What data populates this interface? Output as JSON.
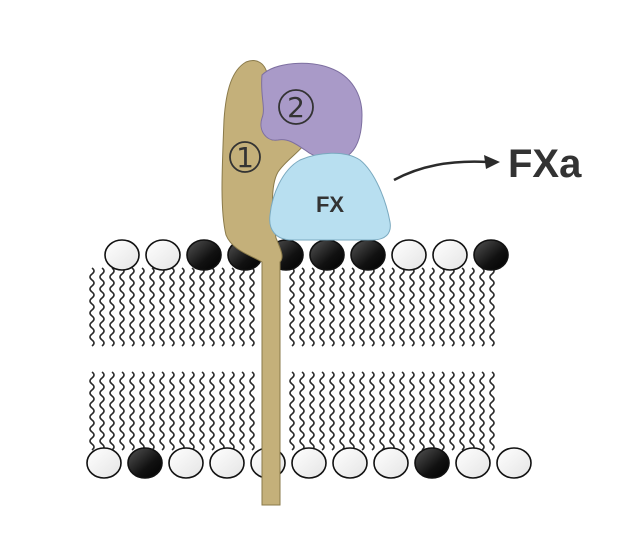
{
  "labels": {
    "tissue_factor": "1",
    "factor_viia": "2",
    "substrate": "FX",
    "product": "FXa"
  },
  "colors": {
    "tissue_factor": "#c4b07a",
    "factor_viia": "#a99ac8",
    "substrate": "#b8dff0",
    "text": "#333333",
    "lipid_dark": "#1a1a1a",
    "lipid_light": "#ffffff"
  },
  "icons": {
    "arrow": "reaction-arrow-icon"
  },
  "membrane": {
    "top_leaflet_heads": [
      "light",
      "light",
      "dark",
      "dark",
      "dark",
      "dark",
      "dark",
      "light",
      "light",
      "dark"
    ],
    "bottom_leaflet_heads": [
      "light",
      "dark",
      "light",
      "light",
      "light",
      "light",
      "light",
      "light",
      "dark",
      "light",
      "light"
    ]
  }
}
